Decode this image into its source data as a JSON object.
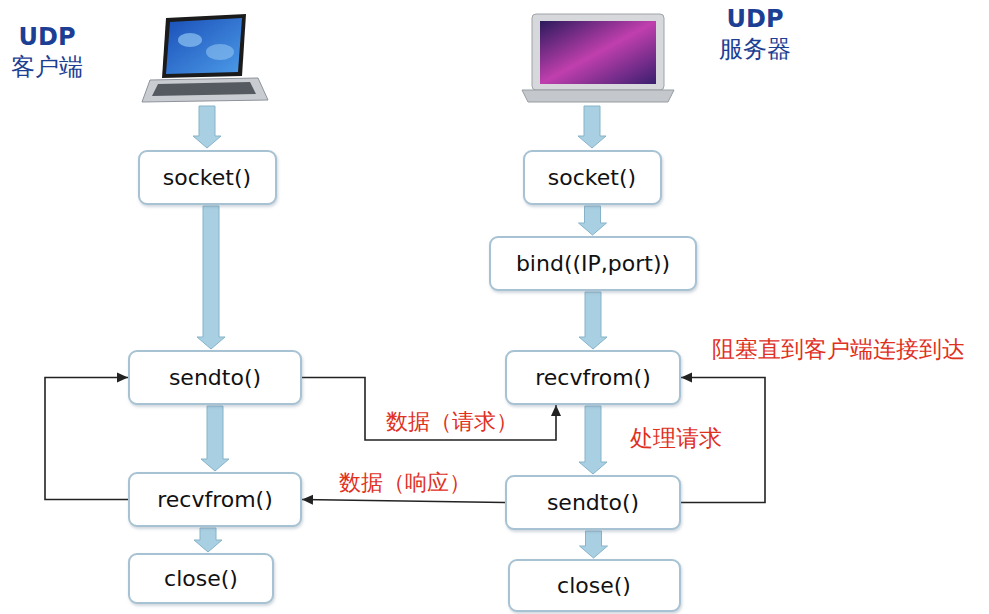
{
  "diagram": {
    "nodes": [
      {
        "text": [
          "socket()"
        ]
      },
      {
        "text": [
          "socket()"
        ]
      },
      {
        "text": [
          "bind((IP,port))"
        ]
      },
      {
        "text": [
          "sendto()"
        ]
      },
      {
        "text": [
          "recvfrom()"
        ]
      },
      {
        "text": [
          "recvfrom()"
        ]
      },
      {
        "text": [
          "sendto()"
        ]
      },
      {
        "text": [
          "close()"
        ]
      },
      {
        "text": [
          "close()"
        ]
      }
    ],
    "edges": [
      {
        "from": 0,
        "to": 3,
        "arrow": "to"
      },
      {
        "from": 3,
        "to": 5,
        "arrow": "to"
      },
      {
        "from": 5,
        "to": 7,
        "arrow": "to"
      },
      {
        "from": 5,
        "to": 3,
        "arrow": "to"
      },
      {
        "from": 1,
        "to": 2,
        "arrow": "to"
      },
      {
        "from": 2,
        "to": 4,
        "arrow": "to"
      },
      {
        "from": 4,
        "to": 6,
        "label": "处理请求",
        "arrow": "to"
      },
      {
        "from": 6,
        "to": 8,
        "arrow": "to"
      },
      {
        "from": 6,
        "to": 4,
        "label": "阻塞直到客户端连接到达",
        "arrow": "to"
      },
      {
        "from": 3,
        "to": 4,
        "label": "数据（请求）",
        "arrow": "to"
      },
      {
        "from": 6,
        "to": 5,
        "label": "数据（响应）",
        "arrow": "to"
      }
    ],
    "labels": [
      "UDP 客户端",
      "UDP 服务器"
    ]
  }
}
